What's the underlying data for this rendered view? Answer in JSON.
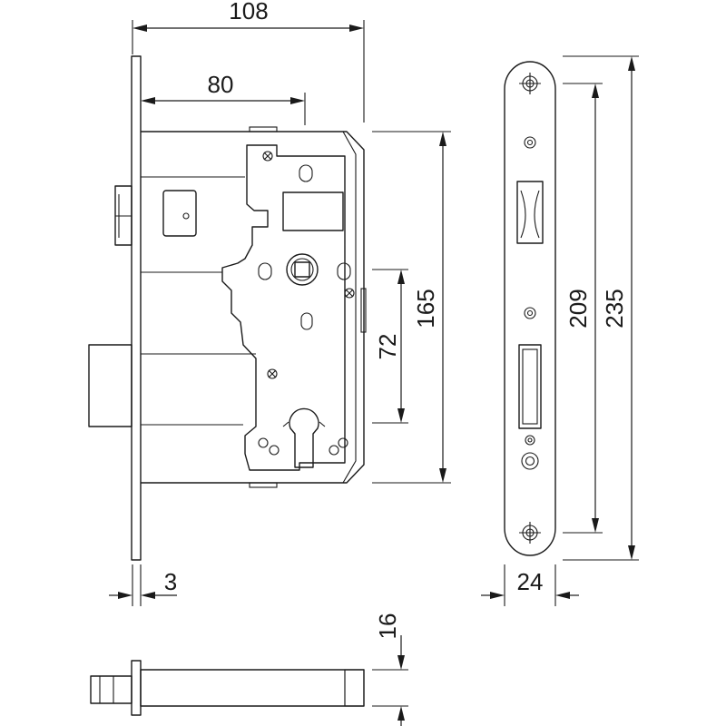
{
  "dimensions": {
    "overall_width": "108",
    "backset": "80",
    "faceplate_thickness": "3",
    "lock_body_height": "165",
    "center_distance": "72",
    "faceplate_width": "24",
    "fixing_distance": "209",
    "faceplate_length": "235",
    "bolt_thickness": "16"
  }
}
